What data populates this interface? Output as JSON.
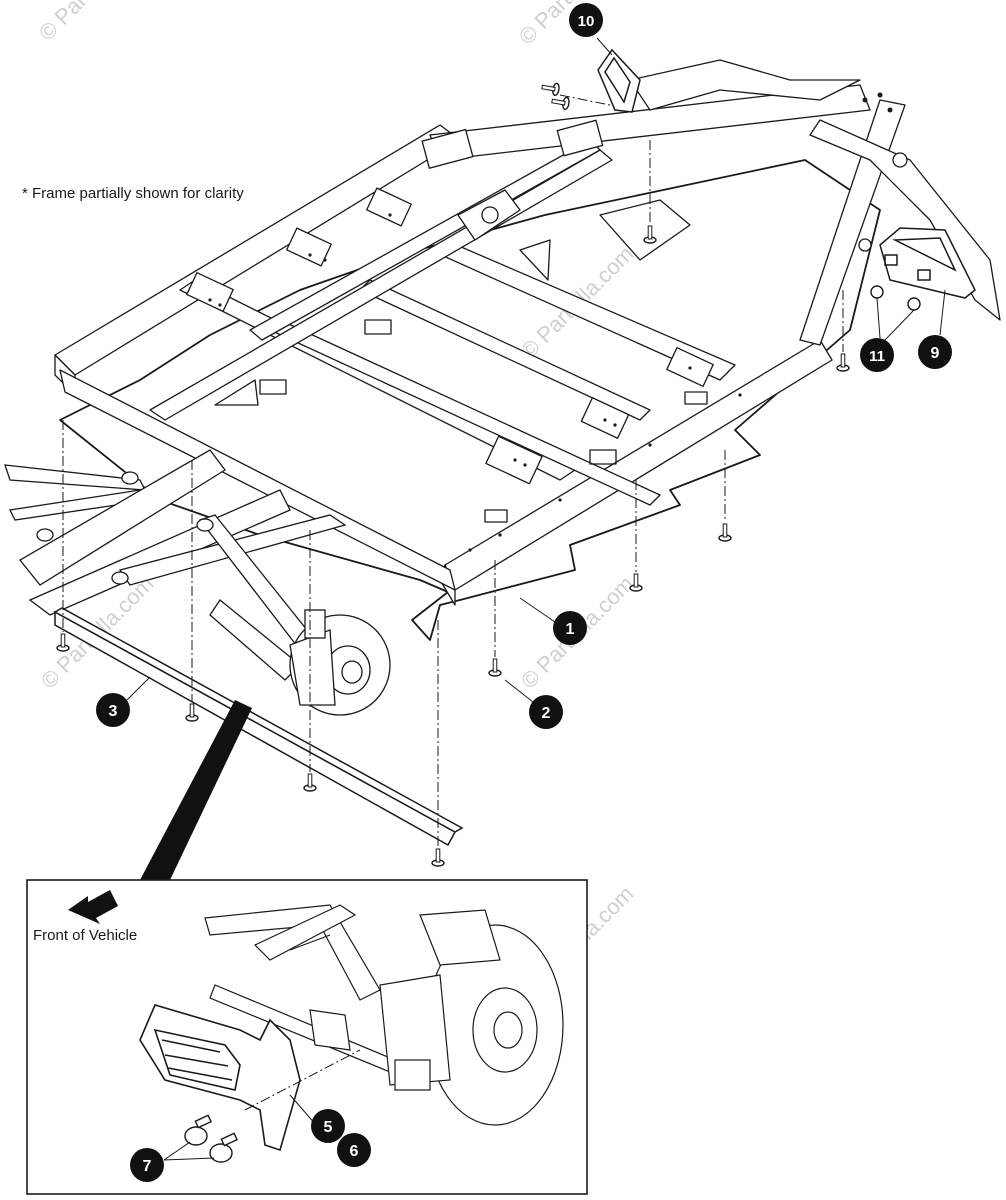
{
  "note": "* Frame partially shown for clarity",
  "watermark": "© Partzilla.com",
  "inset_label": "Front of Vehicle",
  "callouts": [
    "1",
    "2",
    "3",
    "5",
    "6",
    "7",
    "9",
    "10",
    "11"
  ],
  "colors": {
    "line": "#1a1a1a",
    "frame_fill": "#ffffff",
    "callout_fill": "#111111",
    "watermark": "#cfcfcf"
  }
}
